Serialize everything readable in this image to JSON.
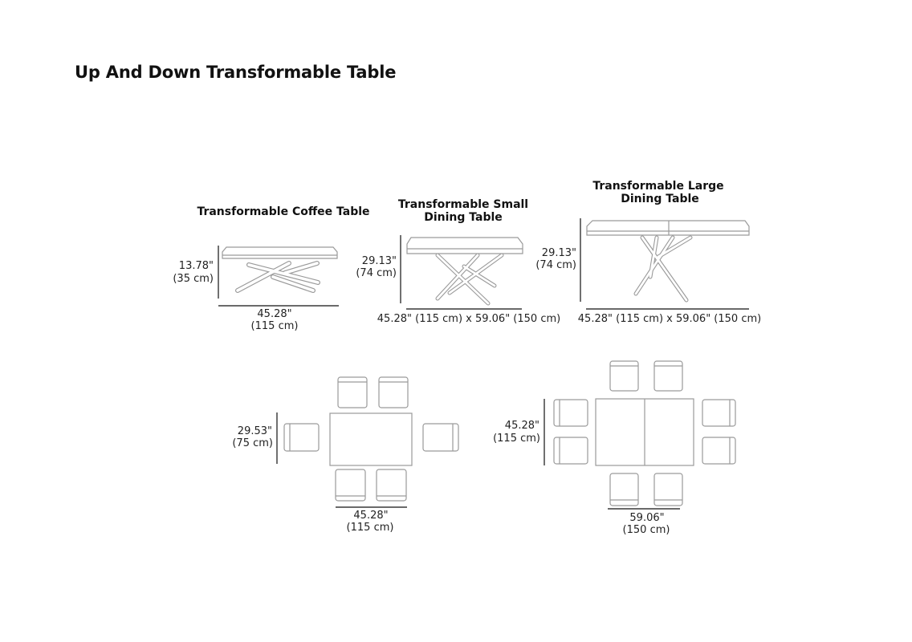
{
  "title": "Up And Down Transformable Table",
  "elevations": {
    "coffee": {
      "heading": "Transformable Coffee Table",
      "height_in": "13.78\"",
      "height_cm": "(35 cm)",
      "width_in": "45.28\"",
      "width_cm": "(115 cm)"
    },
    "small": {
      "heading_line1": "Transformable Small",
      "heading_line2": "Dining Table",
      "height_in": "29.13\"",
      "height_cm": "(74 cm)",
      "size": "45.28\" (115 cm)  x 59.06\" (150 cm)"
    },
    "large": {
      "heading_line1": "Transformable Large",
      "heading_line2": "Dining Table",
      "height_in": "29.13\"",
      "height_cm": "(74 cm)",
      "size": "45.28\" (115 cm)  x 59.06\" (150 cm)"
    }
  },
  "plans": {
    "small": {
      "depth_in": "29.53\"",
      "depth_cm": "(75 cm)",
      "width_in": "45.28\"",
      "width_cm": "(115 cm)"
    },
    "large": {
      "depth_in": "45.28\"",
      "depth_cm": "(115 cm)",
      "width_in": "59.06\"",
      "width_cm": "(150 cm)"
    }
  },
  "colors": {
    "drawing": "#9a9a9a",
    "dimension": "#111111"
  }
}
